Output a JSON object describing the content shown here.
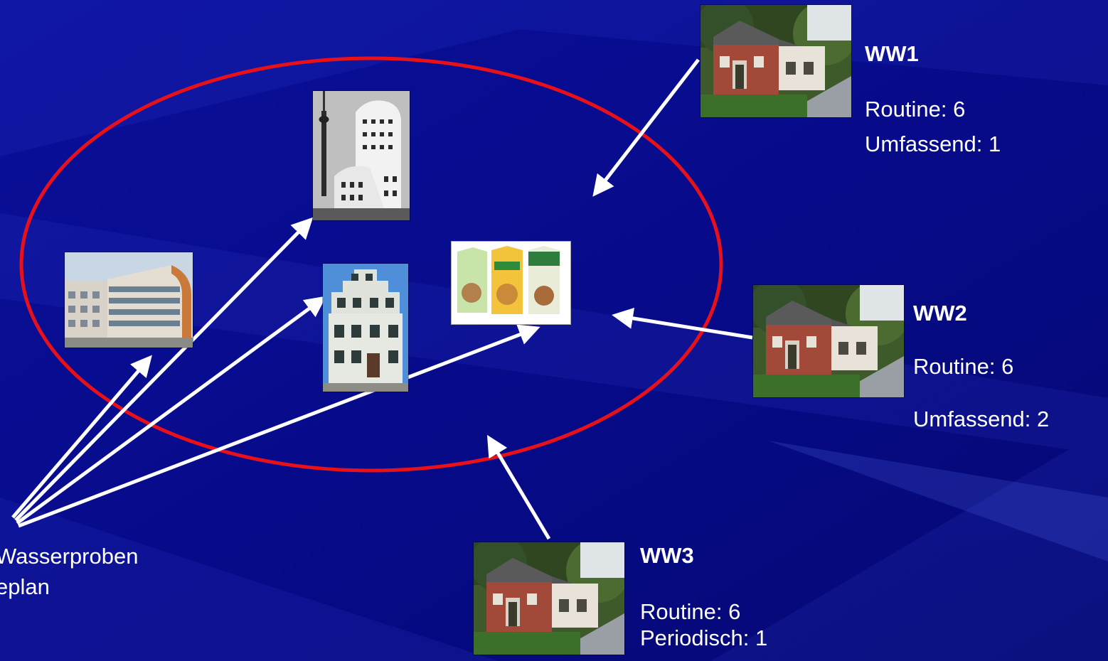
{
  "colors": {
    "background": "#070a8c",
    "ellipse": "#e8111a",
    "arrow": "#ffffff",
    "text": "#ffffff"
  },
  "stations": {
    "ww1": {
      "title": "WW1",
      "line1": "Routine: 6",
      "line2": "Umfassend: 1"
    },
    "ww2": {
      "title": "WW2",
      "line1": "Routine: 6",
      "line2": "Umfassend: 2"
    },
    "ww3": {
      "title": "WW3",
      "line1": "Routine: 6",
      "line2": "Periodisch: 1"
    }
  },
  "caption": {
    "line1": "Wasserproben",
    "line2": "eplan"
  },
  "icons": {
    "waterworks": "waterworks-building-photo",
    "office": "office-building-photo",
    "tower": "tv-tower-photo",
    "gabled": "historic-gabled-house-photo",
    "drinks": "beverage-cartons-photo"
  }
}
